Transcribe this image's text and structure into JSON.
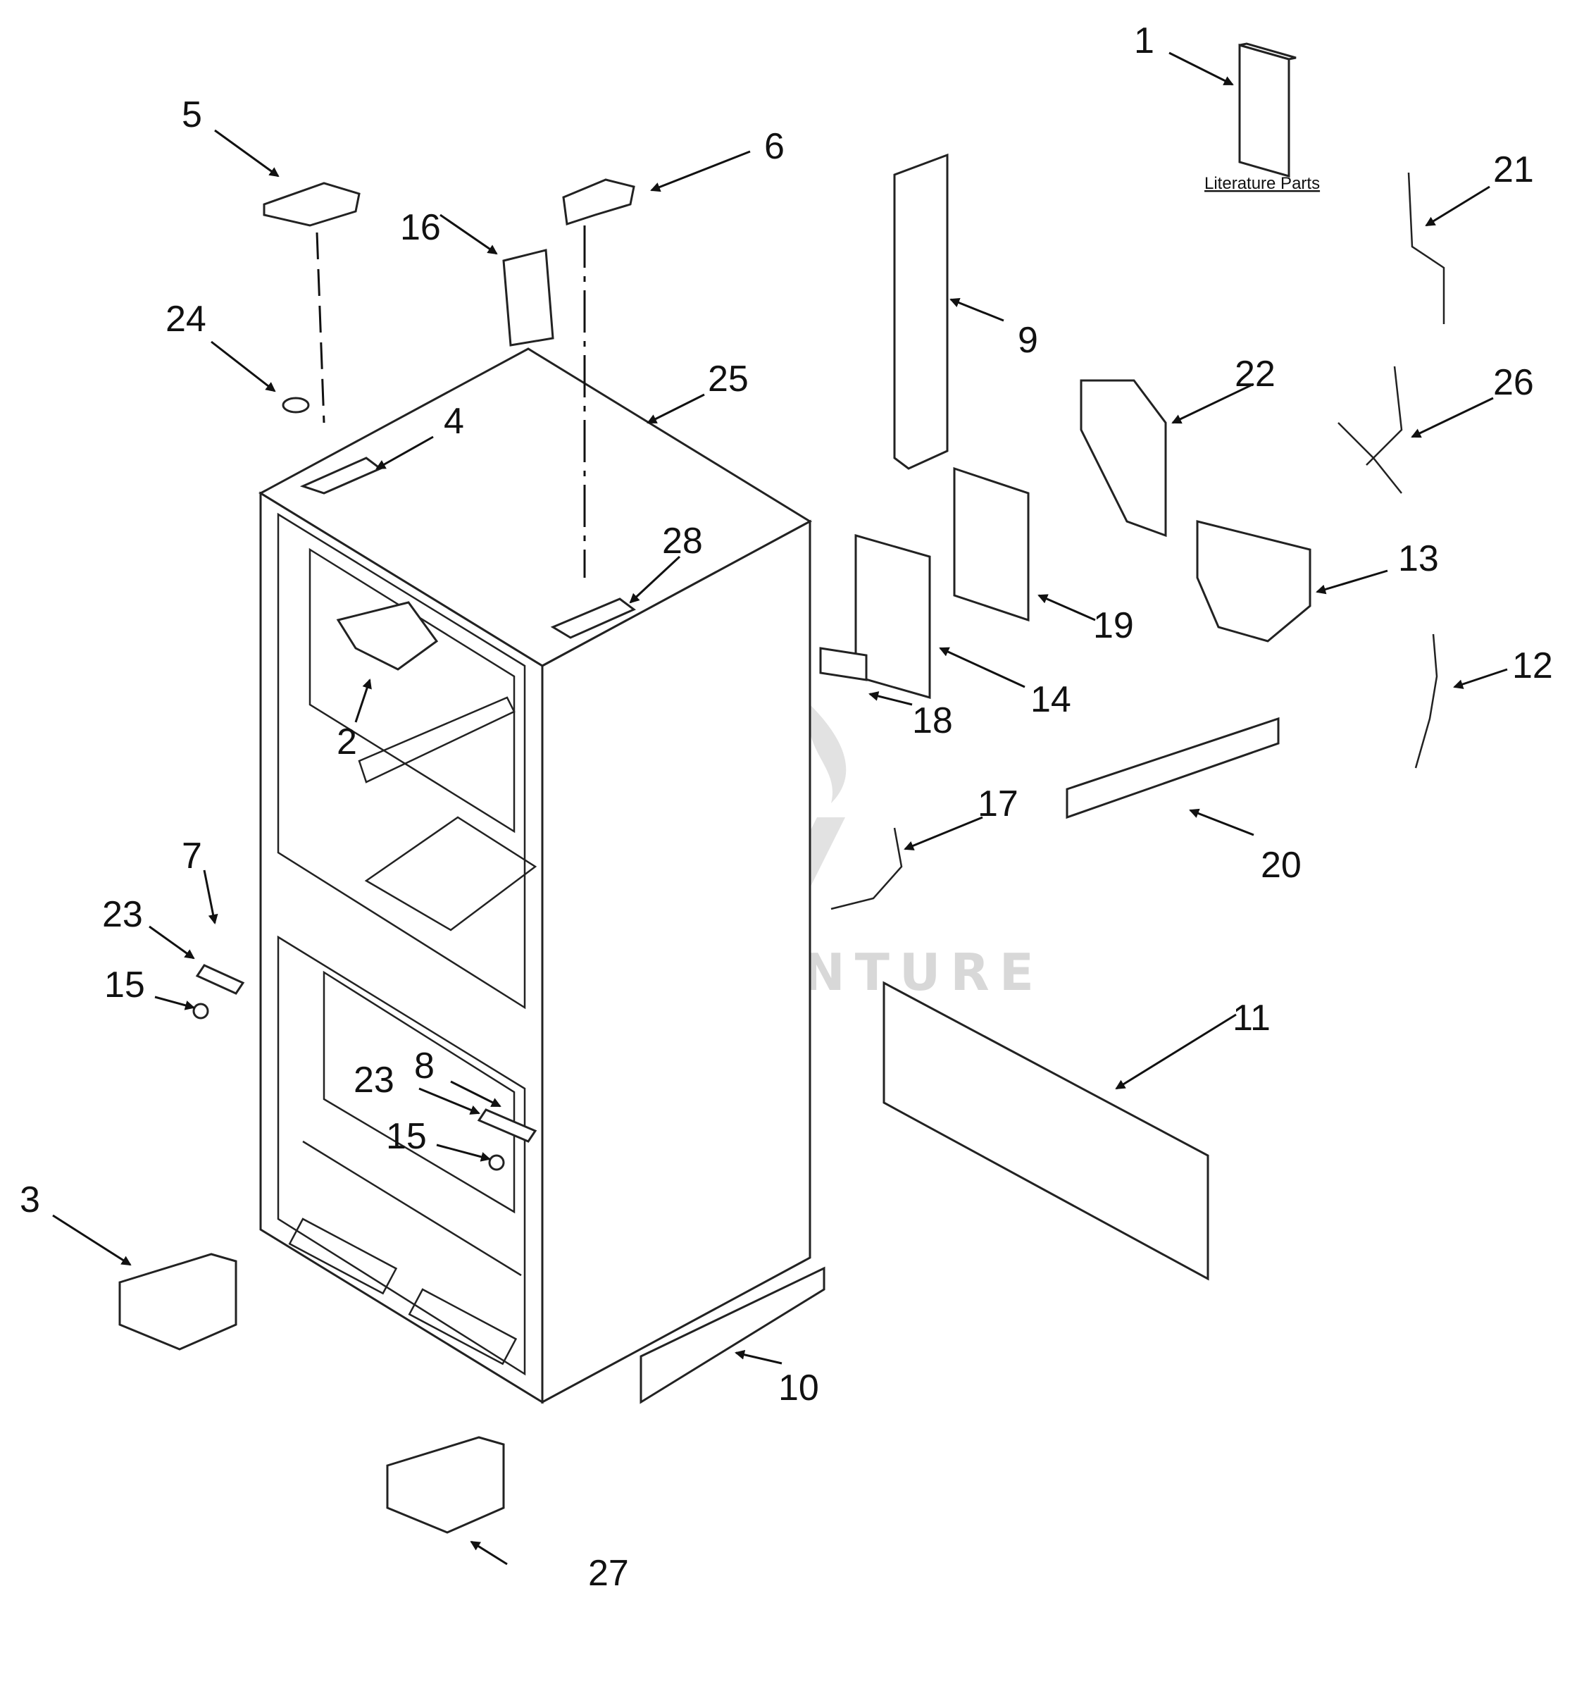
{
  "watermark": "LEADVENTURE",
  "literature_label": "Literature Parts",
  "callouts": [
    "1",
    "2",
    "3",
    "4",
    "5",
    "6",
    "7",
    "8",
    "9",
    "10",
    "11",
    "12",
    "13",
    "14",
    "15",
    "15",
    "16",
    "17",
    "18",
    "19",
    "20",
    "21",
    "22",
    "23",
    "23",
    "24",
    "25",
    "26",
    "27",
    "28"
  ],
  "colors": {
    "line": "#222222",
    "watermark": "#d8d8d8",
    "background": "#ffffff"
  }
}
